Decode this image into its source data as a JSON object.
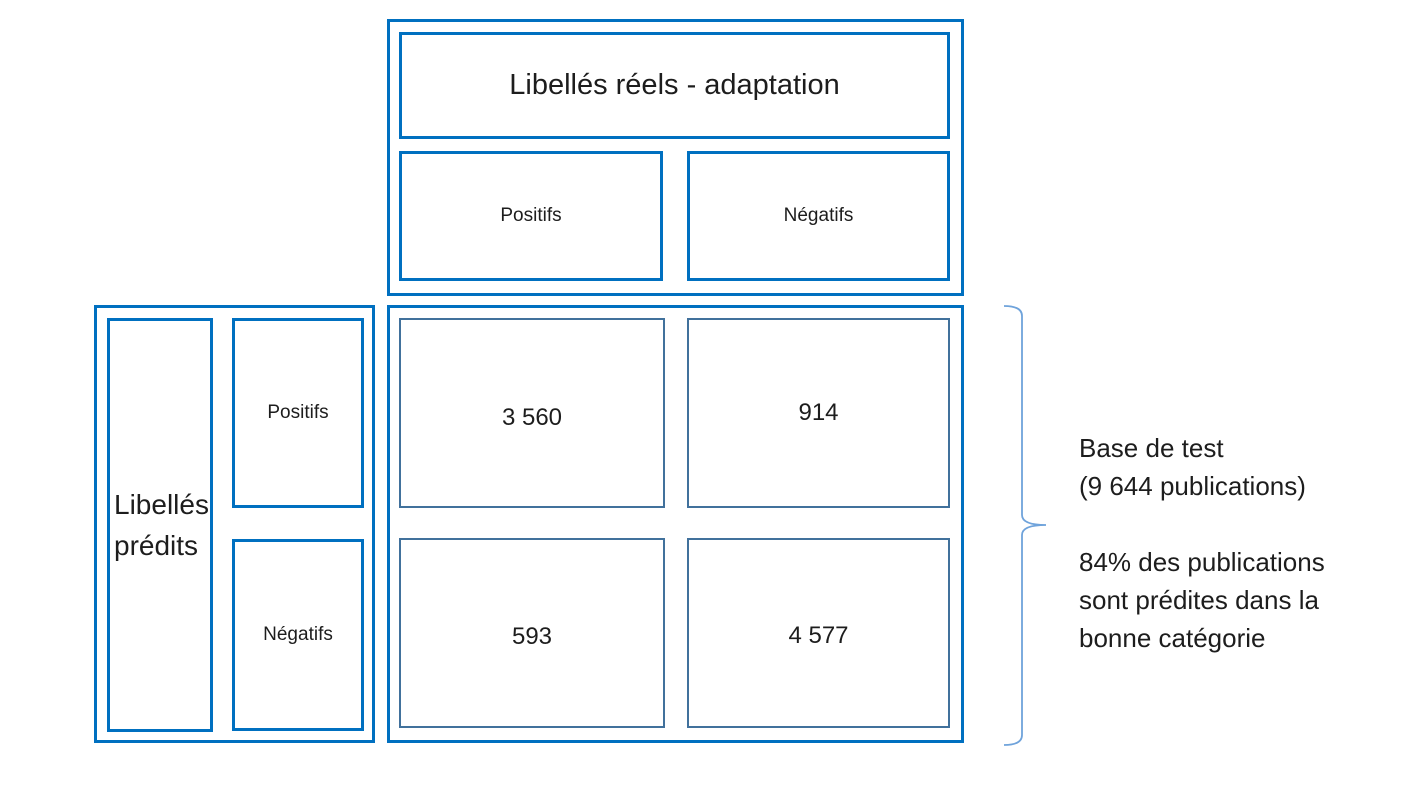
{
  "header": {
    "title": "Libellés réels - adaptation",
    "columns": [
      {
        "label": "Positifs"
      },
      {
        "label": "Négatifs"
      }
    ]
  },
  "predicted": {
    "title_lines": [
      "Libellés",
      "prédits"
    ],
    "rows": [
      {
        "label": "Positifs"
      },
      {
        "label": "Négatifs"
      }
    ]
  },
  "matrix": {
    "values": [
      [
        "3 560",
        "914"
      ],
      [
        "593",
        "4 577"
      ]
    ]
  },
  "annotation": {
    "lines": [
      "Base de test",
      "(9 644 publications)",
      "",
      "84% des publications",
      "sont prédites dans la",
      "bonne catégorie"
    ]
  },
  "colors": {
    "panel_border": "#0070C0",
    "cell_border": "#41719C",
    "brace": "#6FA3DB",
    "text": "#1d1d1d"
  },
  "chart_data": {
    "type": "table",
    "title": "Libellés réels - adaptation",
    "row_header": "Libellés prédits",
    "columns": [
      "Positifs",
      "Négatifs"
    ],
    "rows": [
      "Positifs",
      "Négatifs"
    ],
    "values": [
      [
        3560,
        914
      ],
      [
        593,
        4577
      ]
    ],
    "annotations": [
      "Base de test (9 644 publications)",
      "84% des publications sont prédites dans la bonne catégorie"
    ]
  }
}
